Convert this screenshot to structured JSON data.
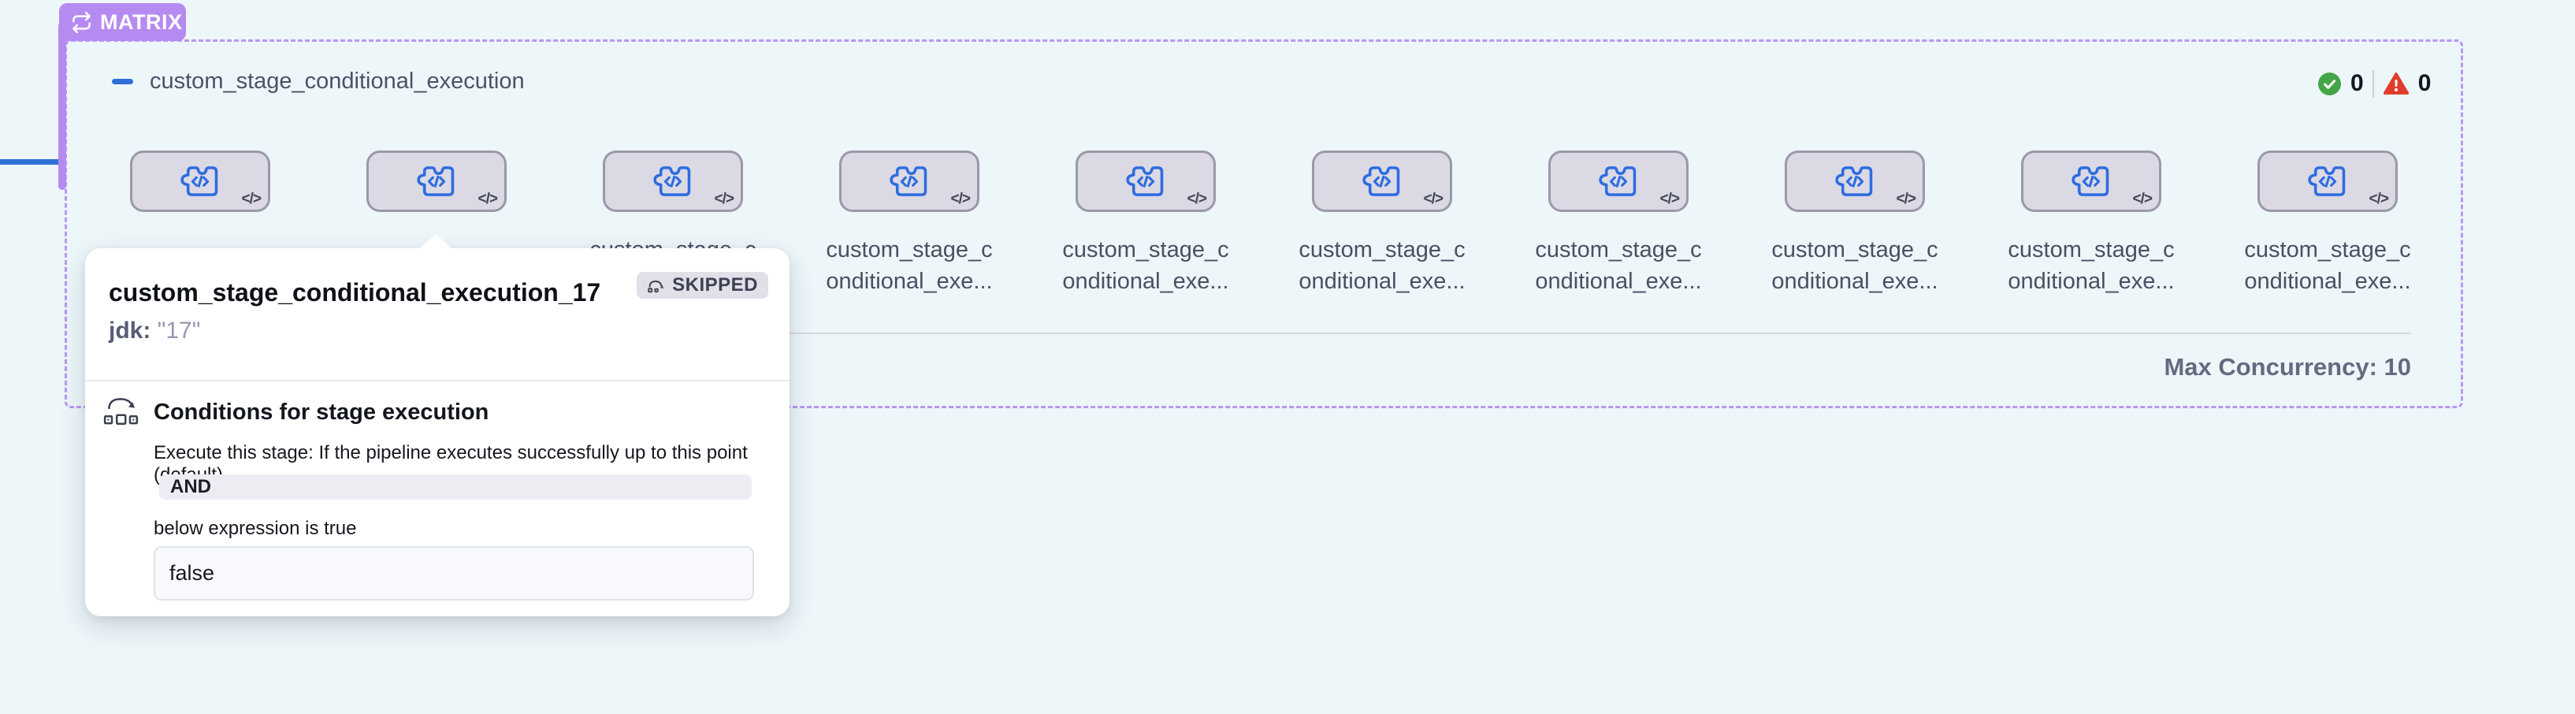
{
  "page": {
    "background": "#edf6f9"
  },
  "matrix": {
    "badge": {
      "label": "MATRIX",
      "color": "#b68bf1",
      "icon": "loop-icon"
    },
    "border_color": "#b998f4",
    "title": "custom_stage_conditional_execution",
    "status": {
      "success_count": "0",
      "failed_count": "0",
      "success_color": "#43a546",
      "failed_color": "#e13b2b"
    },
    "stage_icon": "custom-stage-code-icon",
    "stage_corner_glyph": "</>",
    "stages": [
      {
        "label_line1": "",
        "label_line2": ""
      },
      {
        "label_line1": "",
        "label_line2": ""
      },
      {
        "label_line1": "custom_stage_c",
        "label_line2": "onditional_exe..."
      },
      {
        "label_line1": "custom_stage_c",
        "label_line2": "onditional_exe..."
      },
      {
        "label_line1": "custom_stage_c",
        "label_line2": "onditional_exe..."
      },
      {
        "label_line1": "custom_stage_c",
        "label_line2": "onditional_exe..."
      },
      {
        "label_line1": "custom_stage_c",
        "label_line2": "onditional_exe..."
      },
      {
        "label_line1": "custom_stage_c",
        "label_line2": "onditional_exe..."
      },
      {
        "label_line1": "custom_stage_c",
        "label_line2": "onditional_exe..."
      },
      {
        "label_line1": "custom_stage_c",
        "label_line2": "onditional_exe..."
      }
    ],
    "max_concurrency_label": "Max Concurrency: 10"
  },
  "popover": {
    "title": "custom_stage_conditional_execution_17",
    "status_badge": "SKIPPED",
    "variable": {
      "key": "jdk",
      "separator": ": ",
      "value": "\"17\""
    },
    "conditions": {
      "heading": "Conditions for stage execution",
      "description": "Execute this stage: If the pipeline executes successfully up to this point (default)",
      "operator": "AND",
      "expression_caption": "below expression is true",
      "expression_value": "false"
    }
  }
}
